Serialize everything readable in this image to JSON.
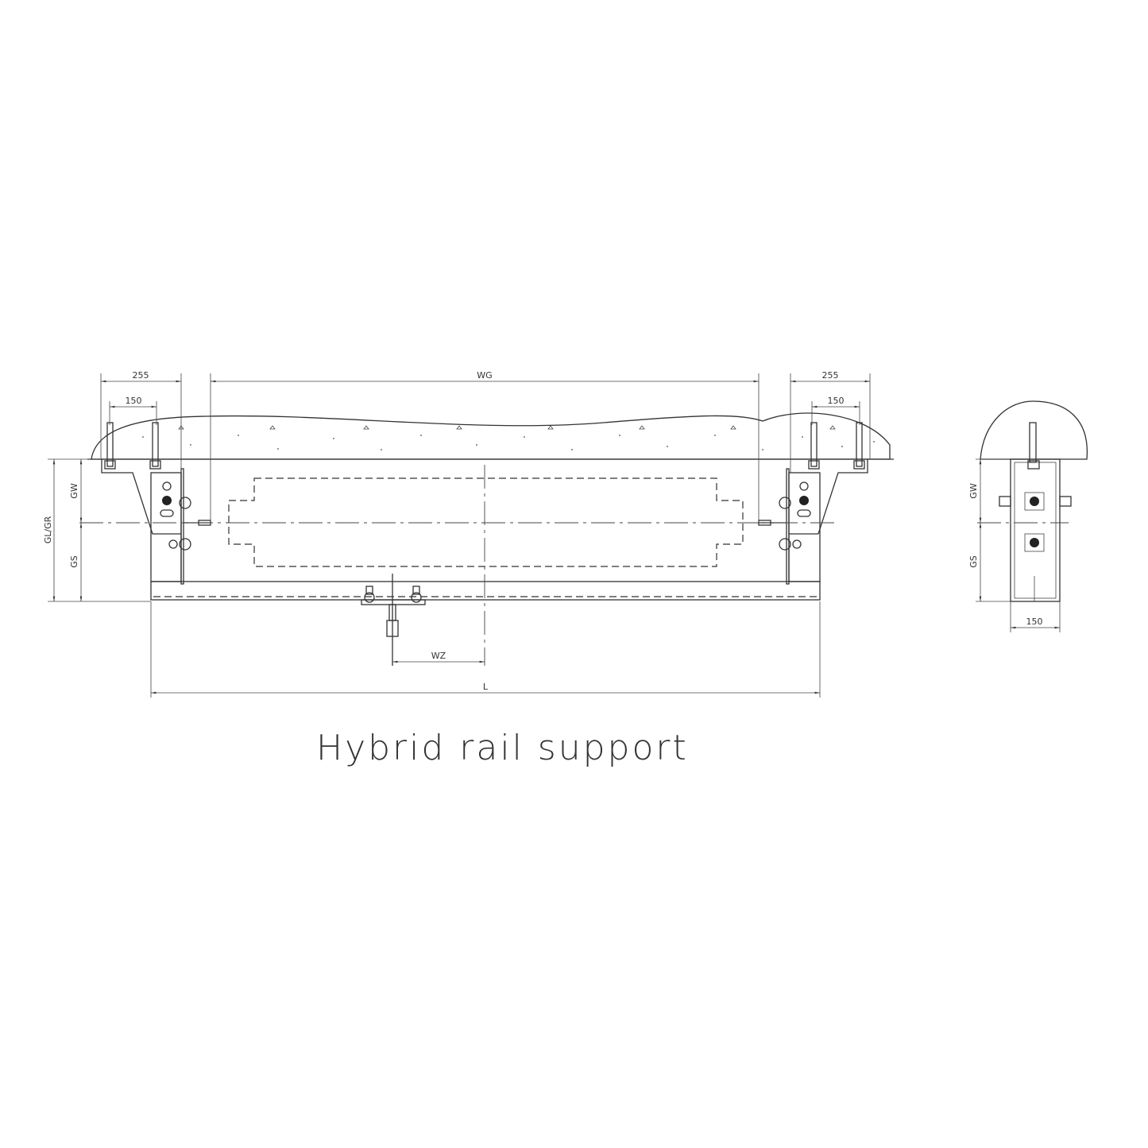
{
  "title": "Hybrid rail support",
  "front_view": {
    "dim_left_outer": "255",
    "dim_left_inner": "150",
    "dim_width_gap": "WG",
    "dim_right_outer": "255",
    "dim_right_inner": "150",
    "dim_total_height": "GL/GR",
    "dim_upper_height": "GW",
    "dim_lower_height": "GS",
    "dim_offset": "WZ",
    "dim_length": "L"
  },
  "side_view": {
    "dim_upper_height": "GW",
    "dim_lower_height": "GS",
    "dim_width": "150"
  }
}
